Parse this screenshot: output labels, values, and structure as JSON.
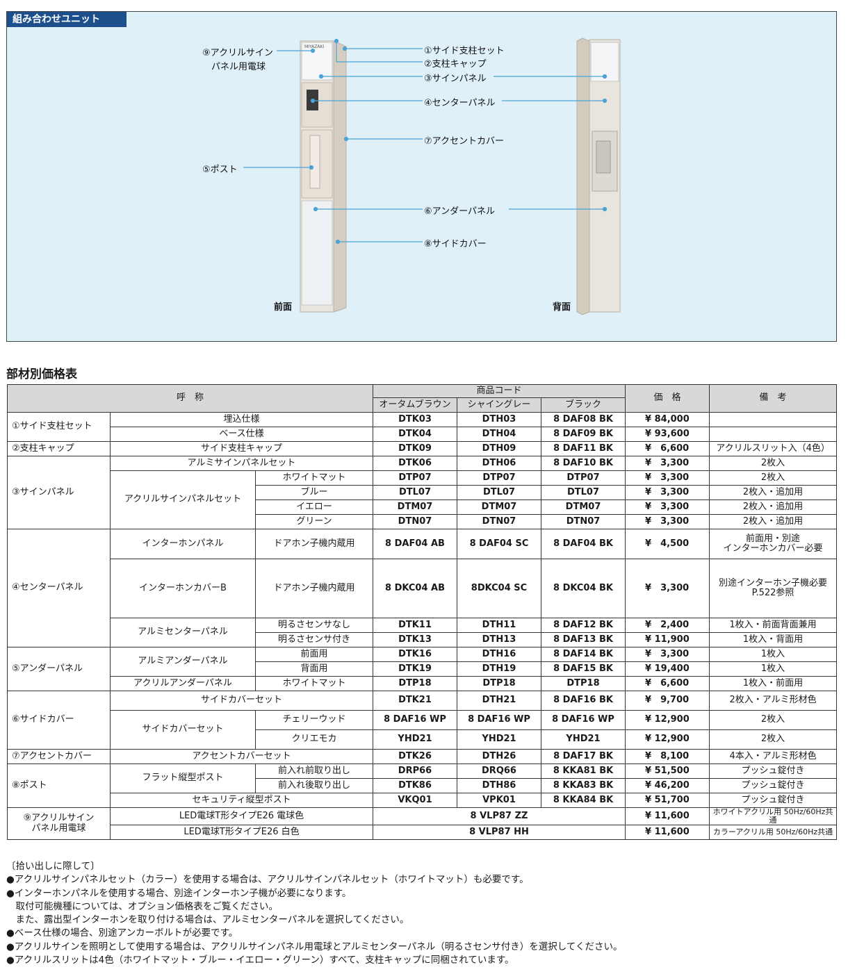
{
  "panel": {
    "title": "組み合わせユニット",
    "labels": {
      "bulb_line1": "⑨アクリルサイン",
      "bulb_line2": "パネル用電球",
      "l1": "①サイド支柱セット",
      "l2": "②支柱キャップ",
      "l3": "③サインパネル",
      "l4": "④センターパネル",
      "l7": "⑦アクセントカバー",
      "l5": "⑤ポスト",
      "l6": "⑥アンダーパネル",
      "l8": "⑧サイドカバー"
    },
    "brand": "MIYAZAKI",
    "front": "前面",
    "back": "背面"
  },
  "section_title": "部材別価格表",
  "table": {
    "h_name": "呼　称",
    "h_code": "商品コード",
    "h_brown": "オータムブラウン",
    "h_grey": "シャイングレー",
    "h_black": "ブラック",
    "h_price": "価　格",
    "h_note": "備　考",
    "rows": {
      "g1": "①サイド支柱セット",
      "r1_name": "埋込仕様",
      "r1_a": "DTK03",
      "r1_b": "DTH03",
      "r1_c": "8 DAF08 BK",
      "r1_p": "¥ 84,000",
      "r1_n": "",
      "r2_name": "ベース仕様",
      "r2_a": "DTK04",
      "r2_b": "DTH04",
      "r2_c": "8 DAF09 BK",
      "r2_p": "¥ 93,600",
      "r2_n": "",
      "g2": "②支柱キャップ",
      "r3_name": "サイド支柱キャップ",
      "r3_a": "DTK09",
      "r3_b": "DTH09",
      "r3_c": "8 DAF11 BK",
      "r3_p": "¥　6,600",
      "r3_n": "アクリルスリット入（4色）",
      "g3": "③サインパネル",
      "r4_name": "アルミサインパネルセット",
      "r4_a": "DTK06",
      "r4_b": "DTH06",
      "r4_c": "8 DAF10 BK",
      "r4_p": "¥　3,300",
      "r4_n": "2枚入",
      "r5_sub": "アクリルサインパネルセット",
      "r5_name": "ホワイトマット",
      "r5_a": "DTP07",
      "r5_b": "DTP07",
      "r5_c": "DTP07",
      "r5_p": "¥　3,300",
      "r5_n": "2枚入",
      "r6_name": "ブルー",
      "r6_a": "DTL07",
      "r6_b": "DTL07",
      "r6_c": "DTL07",
      "r6_p": "¥　3,300",
      "r6_n": "2枚入・追加用",
      "r7_name": "イエロー",
      "r7_a": "DTM07",
      "r7_b": "DTM07",
      "r7_c": "DTM07",
      "r7_p": "¥　3,300",
      "r7_n": "2枚入・追加用",
      "r8_name": "グリーン",
      "r8_a": "DTN07",
      "r8_b": "DTN07",
      "r8_c": "DTN07",
      "r8_p": "¥　3,300",
      "r8_n": "2枚入・追加用",
      "g4": "④センターパネル",
      "r9_sub": "インターホンパネル",
      "r9_name": "ドアホン子機内蔵用",
      "r9_a": "8 DAF04 AB",
      "r9_b": "8 DAF04 SC",
      "r9_c": "8 DAF04 BK",
      "r9_p": "¥　4,500",
      "r9_n1": "前面用・別途",
      "r9_n2": "インターホンカバー必要",
      "r10_sub": "インターホンカバーB",
      "r10_name": "ドアホン子機内蔵用",
      "r10_a": "8 DKC04 AB",
      "r10_b": "8DKC04 SC",
      "r10_c": "8 DKC04 BK",
      "r10_p": "¥　3,300",
      "r10_n1": "別途インターホン子機必要",
      "r10_n2": "P.522参照",
      "r11_sub": "アルミセンターパネル",
      "r11_name": "明るさセンサなし",
      "r11_a": "DTK11",
      "r11_b": "DTH11",
      "r11_c": "8 DAF12 BK",
      "r11_p": "¥　2,400",
      "r11_n": "1枚入・前面背面兼用",
      "r12_name": "明るさセンサ付き",
      "r12_a": "DTK13",
      "r12_b": "DTH13",
      "r12_c": "8 DAF13 BK",
      "r12_p": "¥ 11,900",
      "r12_n": "1枚入・背面用",
      "g5": "⑤アンダーパネル",
      "r13_sub": "アルミアンダーパネル",
      "r13_name": "前面用",
      "r13_a": "DTK16",
      "r13_b": "DTH16",
      "r13_c": "8 DAF14 BK",
      "r13_p": "¥　3,300",
      "r13_n": "1枚入",
      "r14_name": "背面用",
      "r14_a": "DTK19",
      "r14_b": "DTH19",
      "r14_c": "8 DAF15 BK",
      "r14_p": "¥ 19,400",
      "r14_n": "1枚入",
      "r15_sub": "アクリルアンダーパネル",
      "r15_name": "ホワイトマット",
      "r15_a": "DTP18",
      "r15_b": "DTP18",
      "r15_c": "DTP18",
      "r15_p": "¥　6,600",
      "r15_n": "1枚入・前面用",
      "g6": "⑥サイドカバー",
      "r16_name": "サイドカバーセット",
      "r16_a": "DTK21",
      "r16_b": "DTH21",
      "r16_c": "8 DAF16 BK",
      "r16_p": "¥　9,700",
      "r16_n": "2枚入・アルミ形材色",
      "r17_sub": "サイドカバーセット",
      "r17_name": "チェリーウッド",
      "r17_a": "8 DAF16 WP",
      "r17_b": "8 DAF16 WP",
      "r17_c": "8 DAF16 WP",
      "r17_p": "¥ 12,900",
      "r17_n": "2枚入",
      "r18_name": "クリエモカ",
      "r18_a": "YHD21",
      "r18_b": "YHD21",
      "r18_c": "YHD21",
      "r18_p": "¥ 12,900",
      "r18_n": "2枚入",
      "g7": "⑦アクセントカバー",
      "r19_name": "アクセントカバーセット",
      "r19_a": "DTK26",
      "r19_b": "DTH26",
      "r19_c": "8 DAF17 BK",
      "r19_p": "¥　8,100",
      "r19_n": "4本入・アルミ形材色",
      "g8": "⑧ポスト",
      "r20_sub": "フラット縦型ポスト",
      "r20_name": "前入れ前取り出し",
      "r20_a": "DRP66",
      "r20_b": "DRQ66",
      "r20_c": "8 KKA81 BK",
      "r20_p": "¥ 51,500",
      "r20_n": "プッシュ錠付き",
      "r21_name": "前入れ後取り出し",
      "r21_a": "DTK86",
      "r21_b": "DTH86",
      "r21_c": "8 KKA83 BK",
      "r21_p": "¥ 46,200",
      "r21_n": "プッシュ錠付き",
      "r22_name": "セキュリティ縦型ポスト",
      "r22_a": "VKQ01",
      "r22_b": "VPK01",
      "r22_c": "8 KKA84 BK",
      "r22_p": "¥ 51,700",
      "r22_n": "プッシュ錠付き",
      "g9_1": "⑨アクリルサイン",
      "g9_2": "パネル用電球",
      "r23_name": "LED電球T形タイプE26 電球色",
      "r23_code": "8 VLP87 ZZ",
      "r23_p": "¥ 11,600",
      "r23_n": "ホワイトアクリル用 50Hz/60Hz共通",
      "r24_name": "LED電球T形タイプE26 白色",
      "r24_code": "8 VLP87 HH",
      "r24_p": "¥ 11,600",
      "r24_n": "カラーアクリル用 50Hz/60Hz共通"
    }
  },
  "notes": [
    "〔拾い出しに際して〕",
    "●アクリルサインパネルセット（カラー）を使用する場合は、アクリルサインパネルセット（ホワイトマット）も必要です。",
    "●インターホンパネルを使用する場合、別途インターホン子機が必要になります。",
    "　取付可能機種については、オプション価格表をご覧ください。",
    "　また、露出型インターホンを取り付ける場合は、アルミセンターパネルを選択してください。",
    "●ベース仕様の場合、別途アンカーボルトが必要です。",
    "●アクリルサインを照明として使用する場合は、アクリルサインパネル用電球とアルミセンターパネル（明るさセンサ付き）を選択してください。",
    "●アクリルスリットは4色（ホワイトマット・ブルー・イエロー・グリーン）すべて、支柱キャップに同梱されています。"
  ]
}
